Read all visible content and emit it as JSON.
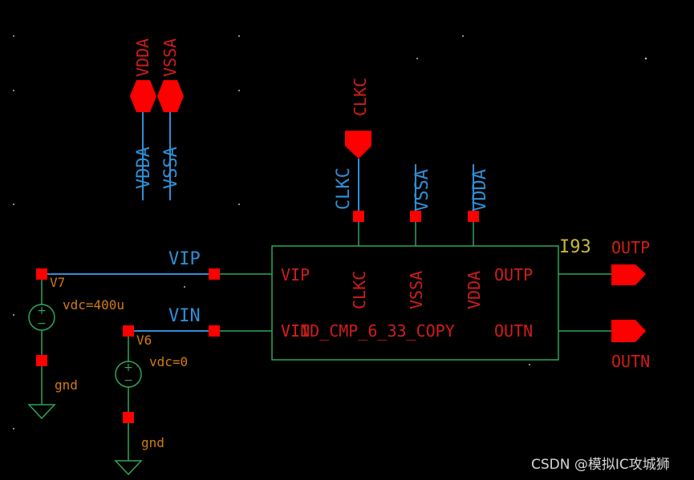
{
  "colors": {
    "background": "#000000",
    "wire_blue": "#2f8fd6",
    "wire_green": "#2fa65a",
    "pin_red": "#ff0000",
    "label_red": "#d21c1c",
    "label_orange": "#d37b12",
    "instance_yellow": "#c9b93a"
  },
  "global_pins": {
    "vdda_pin": "VDDA",
    "vssa_pin": "VSSA",
    "vdda_net": "VDDA",
    "vssa_net": "VSSA"
  },
  "clock": {
    "pin_label": "CLKC",
    "net_label": "CLKC"
  },
  "top_nets": {
    "vssa": "VSSA",
    "vdda": "VDDA"
  },
  "instance": {
    "name": "I93",
    "cell": "VIID_CMP_6_33_COPY",
    "pins": {
      "vip": "VIP",
      "vin": "VIN",
      "clkc": "CLKC",
      "vssa": "VSSA",
      "vdda": "VDDA",
      "outp": "OUTP",
      "outn": "OUTN"
    }
  },
  "inputs": {
    "vip_net": "VIP",
    "vin_net": "VIN"
  },
  "sources": [
    {
      "name": "V7",
      "param": "vdc=400u",
      "gnd": "gnd"
    },
    {
      "name": "V6",
      "param": "vdc=0",
      "gnd": "gnd"
    }
  ],
  "outputs": {
    "outp": "OUTP",
    "outn": "OUTN"
  },
  "source_symbols": {
    "plus": "+",
    "minus": "−"
  },
  "watermark": "CSDN @模拟IC攻城狮"
}
